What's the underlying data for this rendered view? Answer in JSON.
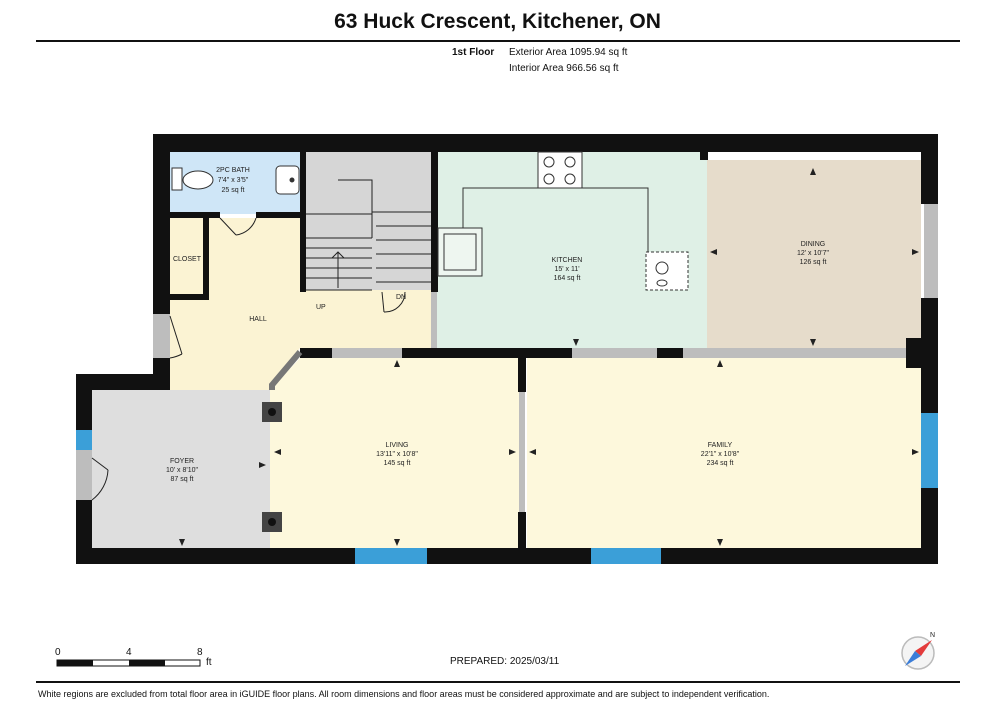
{
  "title": "63 Huck Crescent, Kitchener, ON",
  "floor": {
    "name": "1st Floor",
    "exterior_area": "Exterior Area 1095.94 sq ft",
    "interior_area": "Interior Area 966.56 sq ft"
  },
  "rooms": {
    "bath": {
      "name": "2PC BATH",
      "dims": "7'4\" x 3'5\"",
      "area": "25 sq ft"
    },
    "closet": {
      "name": "CLOSET"
    },
    "hall": {
      "name": "HALL"
    },
    "kitchen": {
      "name": "KITCHEN",
      "dims": "15' x 11'",
      "area": "164 sq ft"
    },
    "dining": {
      "name": "DINING",
      "dims": "12' x 10'7\"",
      "area": "126 sq ft"
    },
    "foyer": {
      "name": "FOYER",
      "dims": "10' x 8'10\"",
      "area": "87 sq ft"
    },
    "living": {
      "name": "LIVING",
      "dims": "13'11\" x 10'8\"",
      "area": "145 sq ft"
    },
    "family": {
      "name": "FAMILY",
      "dims": "22'1\" x 10'8\"",
      "area": "234 sq ft"
    }
  },
  "stairs": {
    "up": "UP",
    "down": "DN"
  },
  "scale": {
    "marks": [
      "0",
      "4",
      "8"
    ],
    "unit": "ft"
  },
  "compass": {
    "north": "N"
  },
  "prepared": "PREPARED: 2025/03/11",
  "disclaimer": "White regions are excluded from total floor area in iGUIDE floor plans. All room dimensions and floor areas must be considered approximate and are subject to independent verification.",
  "colors": {
    "wall": "#111111",
    "bath": "#cfe6f7",
    "kitchen": "#dff0e6",
    "dining": "#e6dccb",
    "hall": "#fbf3d3",
    "living": "#fdf8dc",
    "foyer": "#dedede",
    "closet": "#d8d0c4",
    "stairs": "#d4d4d4",
    "window": "#3b9fd8"
  }
}
